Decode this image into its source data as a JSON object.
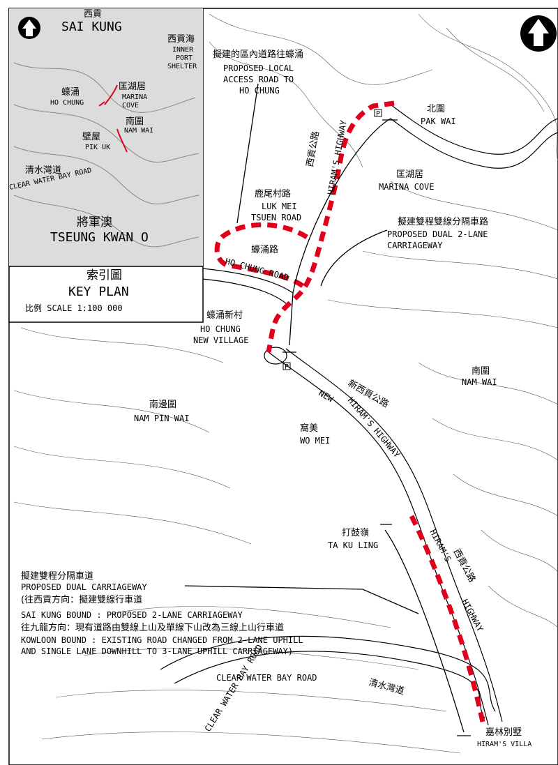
{
  "inset": {
    "sai_kung_zh": "西貢",
    "sai_kung_en": "SAI KUNG",
    "inner_port_shelter_zh": "西貢海",
    "inner_port_shelter_en": [
      "INNER",
      "PORT",
      "SHELTER"
    ],
    "ho_chung_zh": "蠔涌",
    "ho_chung_en": "HO CHUNG",
    "marina_cove_zh": "匡湖居",
    "marina_cove_en": [
      "MARINA",
      "COVE"
    ],
    "nam_wai_zh": "南圍",
    "nam_wai_en": "NAM WAI",
    "pik_uk_zh": "壁屋",
    "pik_uk_en": "PIK UK",
    "clear_water_bay_road_zh": "清水灣道",
    "clear_water_bay_road_en": "CLEAR WATER BAY ROAD",
    "tseung_kwan_o_zh": "將軍澳",
    "tseung_kwan_o_en": "TSEUNG KWAN O",
    "key_plan_zh": "索引圖",
    "key_plan_en": "KEY PLAN",
    "scale": "比例 SCALE 1:100 000"
  },
  "labels": {
    "local_road_zh": "擬建的區內道路往蠔涌",
    "local_road_en": [
      "PROPOSED LOCAL",
      "ACCESS ROAD TO",
      "HO CHUNG"
    ],
    "pak_wai_zh": "北圍",
    "pak_wai_en": "PAK WAI",
    "marina_cove_zh": "匡湖居",
    "marina_cove_en": "MARINA COVE",
    "hirams_highway_zh": "西貢公路",
    "hirams_highway_en": "HIRAM'S HIGHWAY",
    "luk_mei_zh": "鹿尾村路",
    "luk_mei_en": [
      "LUK MEI",
      "TSUEN ROAD"
    ],
    "ho_chung_road_zh": "蠔涌路",
    "ho_chung_road_en": "HO CHUNG ROAD",
    "dual2_zh": "擬建雙程雙線分隔車路",
    "dual2_en": [
      "PROPOSED DUAL 2-LANE",
      "CARRIAGEWAY"
    ],
    "ho_chung_nv_zh": "蠔涌新村",
    "ho_chung_nv_en": [
      "HO CHUNG",
      "NEW VILLAGE"
    ],
    "nam_wai_zh": "南圍",
    "nam_wai_en": "NAM WAI",
    "new_hirams_zh": "新西貢公路",
    "new_hirams_en": [
      "NEW",
      "HIRAM'S HIGHWAY"
    ],
    "nam_pin_wai_zh": "南邊圍",
    "nam_pin_wai_en": "NAM PIN WAI",
    "wo_mei_zh": "窩美",
    "wo_mei_en": "WO MEI",
    "ta_ku_ling_zh": "打鼓嶺",
    "ta_ku_ling_en": "TA KU LING",
    "hirams_lower_zh": "西貢公路",
    "hirams_lower_en": [
      "HIRAM'S",
      "HIGHWAY"
    ],
    "cwb_road_en": "CLEAR WATER BAY ROAD",
    "cwb_road2_en": "CLEAR WATER BAY ROAD",
    "cwb_road_zh": "清水灣道",
    "hirams_villa_zh": "嘉林別墅",
    "hirams_villa_en": "HIRAM'S VILLA"
  },
  "notes": {
    "lines": [
      "擬建雙程分隔車道",
      "PROPOSED DUAL CARRIAGEWAY",
      "(往西貢方向：擬建雙線行車道",
      "SAI KUNG BOUND : PROPOSED 2-LANE CARRIAGEWAY",
      "往九龍方向：現有道路由雙線上山及單線下山改為三線上山行車道",
      "KOWLOON BOUND : EXISTING ROAD CHANGED FROM 2-LANE UPHILL",
      "AND SINGLE LANE DOWNHILL TO 3-LANE UPHILL CARRIAGEWAY)"
    ]
  },
  "icons": [
    "north-arrow-icon",
    "parking-icon"
  ],
  "colors": {
    "proposed_route": "#e0001b",
    "linework": "#000000",
    "background": "#ffffff"
  }
}
